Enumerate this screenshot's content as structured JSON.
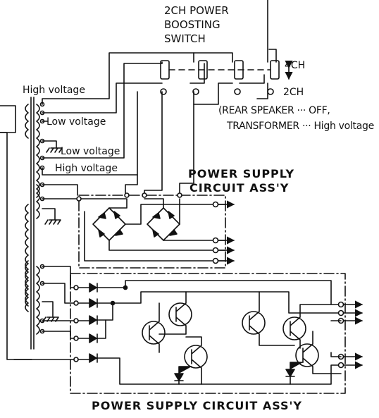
{
  "labels": {
    "switch_title_line1": "2CH POWER",
    "switch_title_line2": "BOOSTING",
    "switch_title_line3": "SWITCH",
    "mode_4ch": "4CH",
    "mode_2ch": "2CH",
    "rear_note_line1": "(REAR SPEAKER ··· OFF,",
    "rear_note_line2": "TRANSFORMER ··· High voltage",
    "high_voltage_top": "High voltage",
    "low_voltage_1": "Low voltage",
    "low_voltage_2": "Low voltage",
    "high_voltage_2": "High voltage",
    "psu_upper_line1": "POWER SUPPLY",
    "psu_upper_line2": "CIRCUIT ASS'Y",
    "psu_lower": "POWER SUPPLY CIRCUIT ASS'Y"
  },
  "colors": {
    "ink": "#111111",
    "background": "#ffffff"
  }
}
